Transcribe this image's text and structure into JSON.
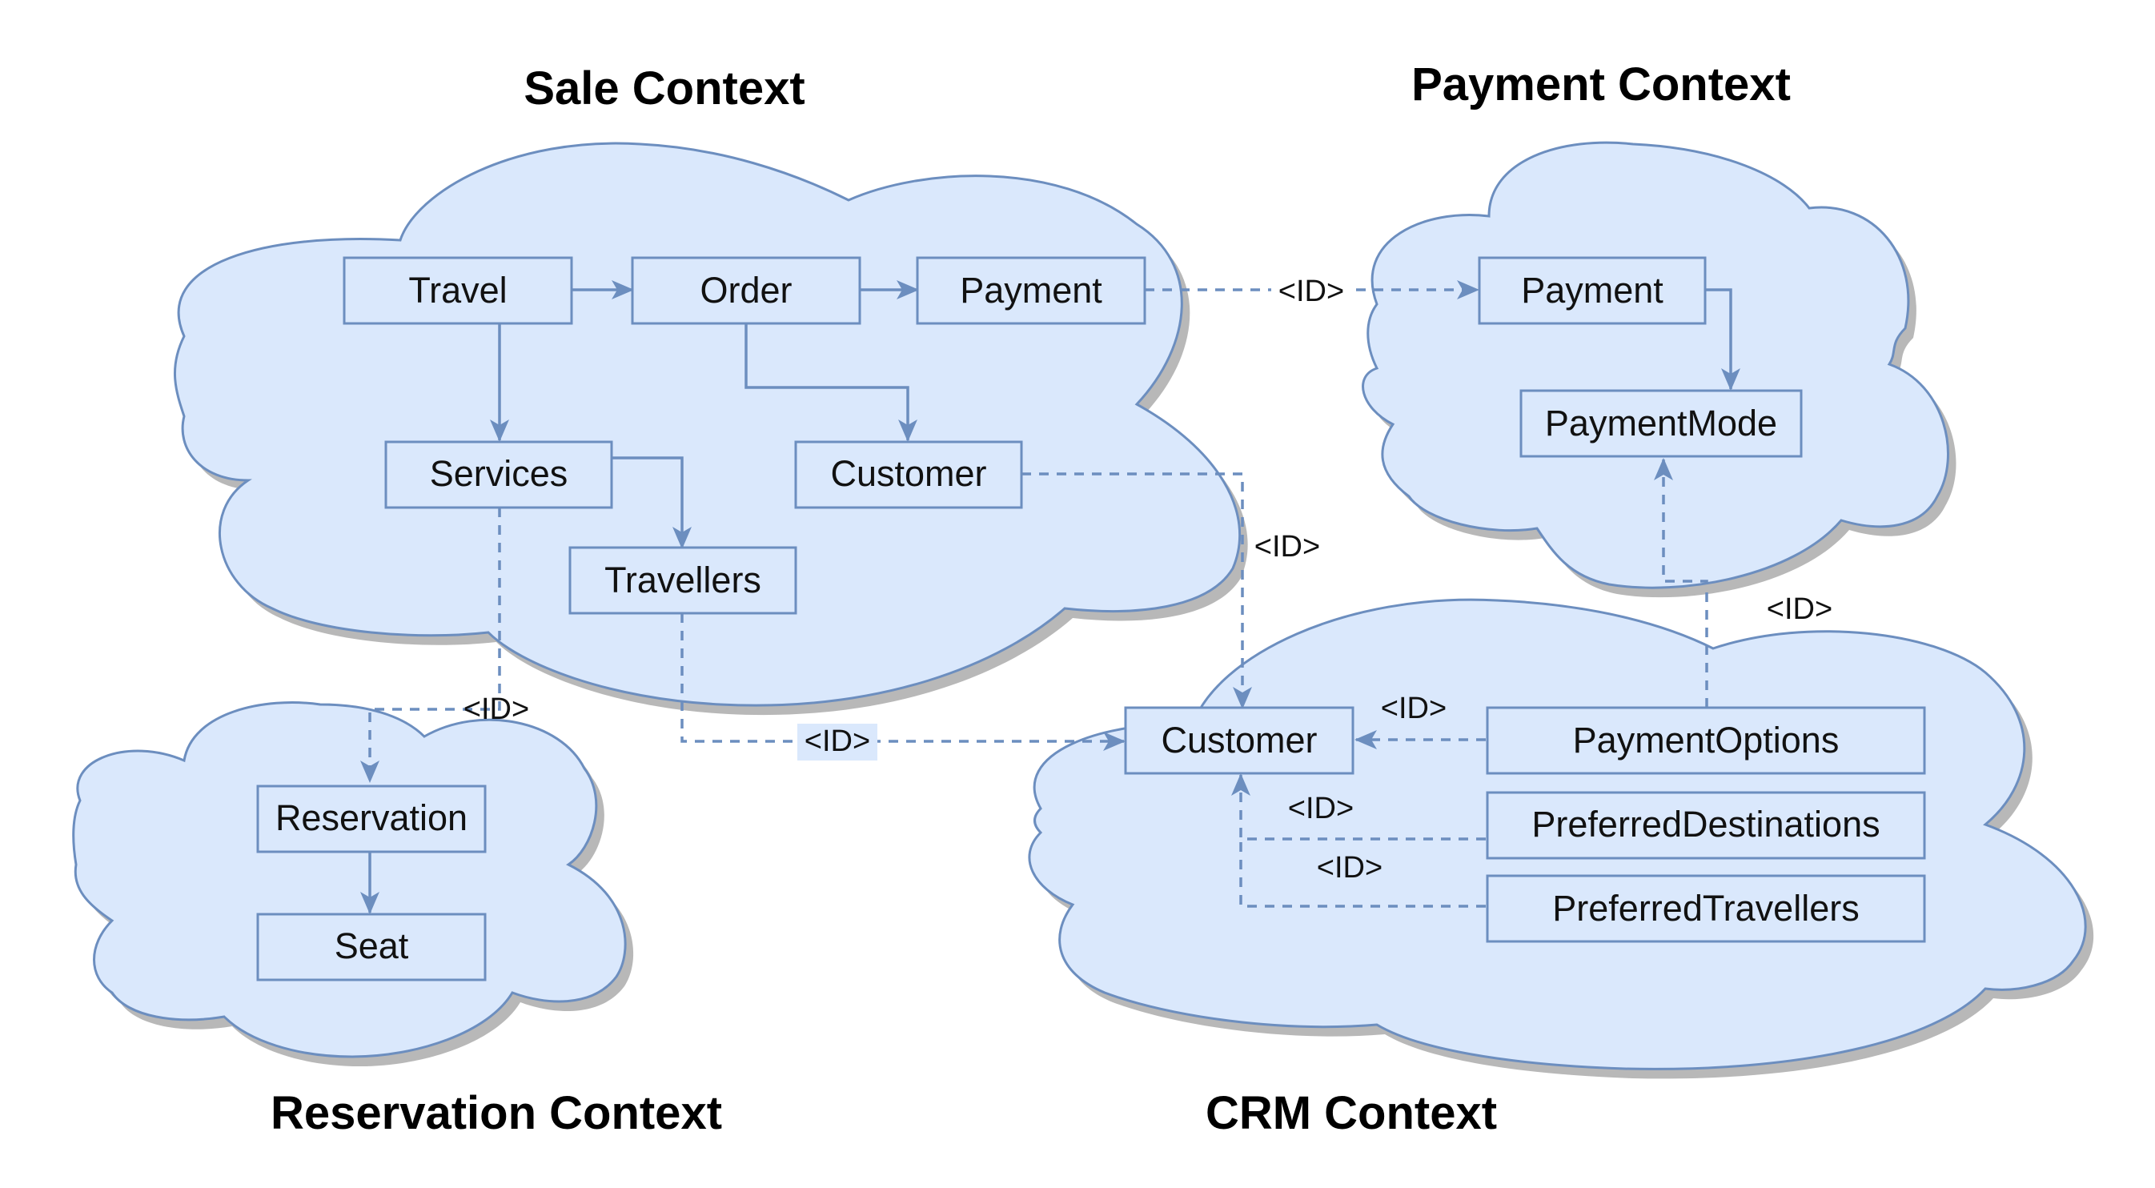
{
  "contexts": {
    "sale": {
      "title": "Sale Context"
    },
    "payment": {
      "title": "Payment Context"
    },
    "reservation": {
      "title": "Reservation Context"
    },
    "crm": {
      "title": "CRM Context"
    }
  },
  "entities": {
    "sale_travel": "Travel",
    "sale_order": "Order",
    "sale_payment": "Payment",
    "sale_services": "Services",
    "sale_customer": "Customer",
    "sale_travellers": "Travellers",
    "payment_payment": "Payment",
    "payment_paymentmode": "PaymentMode",
    "reservation_reservation": "Reservation",
    "reservation_seat": "Seat",
    "crm_customer": "Customer",
    "crm_paymentoptions": "PaymentOptions",
    "crm_preferreddestinations": "PreferredDestinations",
    "crm_preferredtravellers": "PreferredTravellers"
  },
  "edge_labels": {
    "payment_link": "<ID>",
    "customer_link": "<ID>",
    "paymentoptions_link": "<ID>",
    "reservation_link": "<ID>",
    "travellers_link": "<ID>",
    "crm_paymentoptions_customer": "<ID>",
    "crm_destinations_customer": "<ID>",
    "crm_travellers_customer": "<ID>"
  },
  "colors": {
    "fill": "#dae8fc",
    "stroke": "#6c8ebf"
  }
}
